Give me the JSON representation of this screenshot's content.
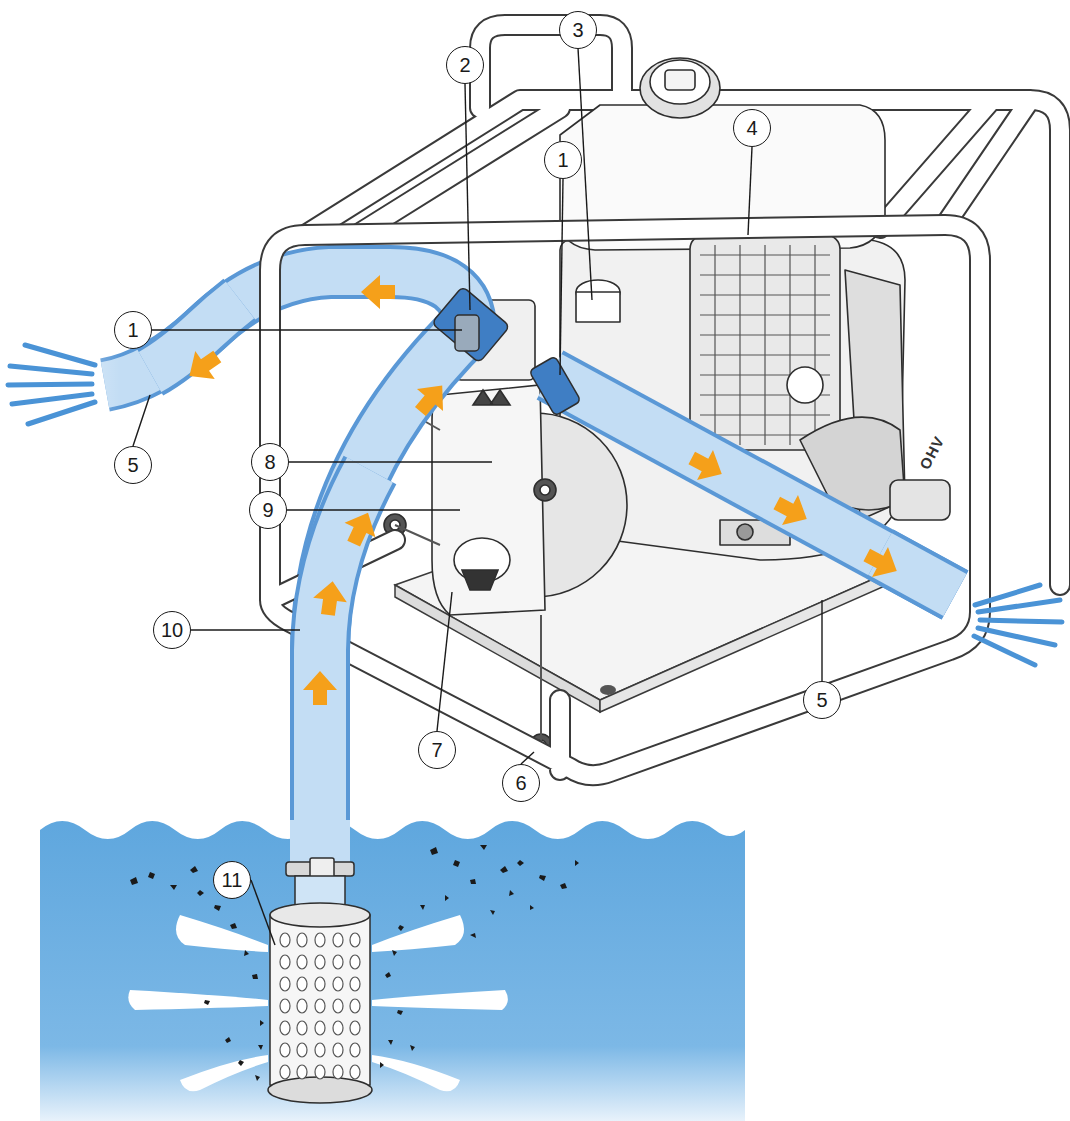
{
  "diagram": {
    "nodes": [
      {
        "text": [
          "3"
        ]
      },
      {
        "text": [
          "2"
        ]
      },
      {
        "text": [
          "4"
        ]
      },
      {
        "text": [
          "1"
        ]
      },
      {
        "text": [
          "1"
        ]
      },
      {
        "text": [
          "5"
        ]
      },
      {
        "text": [
          "8"
        ]
      },
      {
        "text": [
          "9"
        ]
      },
      {
        "text": [
          "10"
        ]
      },
      {
        "text": [
          "5"
        ]
      },
      {
        "text": [
          "7"
        ]
      },
      {
        "text": [
          "6"
        ]
      },
      {
        "text": [
          "11"
        ]
      }
    ],
    "labels": [
      "OHV"
    ]
  }
}
